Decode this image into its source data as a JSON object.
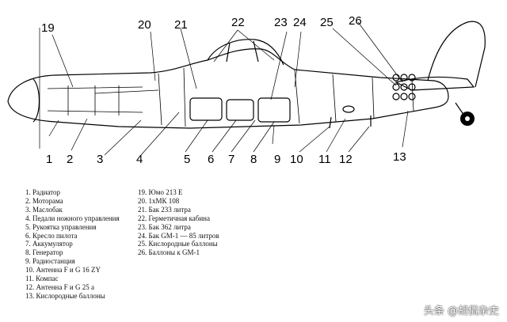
{
  "callouts": [
    "1",
    "2",
    "3",
    "4",
    "5",
    "6",
    "7",
    "8",
    "9",
    "10",
    "11",
    "12",
    "13",
    "19",
    "20",
    "21",
    "22",
    "23",
    "24",
    "25",
    "26"
  ],
  "legend_left": [
    "1. Радиатор",
    "2. Моторама",
    "3. Маслобак",
    "4. Педали ножного управления",
    "5. Рукоятка управления",
    "6. Кресло пилота",
    "7. Аккумулятор",
    "8. Генератор",
    "9. Радиостанция",
    "10. Антенна F и G 16 ZY",
    "11. Компас",
    "12. Антенна F и G 25 a",
    "13. Кислородные баллоны"
  ],
  "legend_right": [
    "19. Юмо 213 Е",
    "20. 1хМК 108",
    "21. Бак 233 литра",
    "22. Герметичная кабина",
    "23. Бак 362 литра",
    "24. Бак GM-1 — 85 литров",
    "25. Кислородные баллоны",
    "26. Баллоны к GM-1"
  ],
  "watermark": "头条 @胡侃杂史"
}
